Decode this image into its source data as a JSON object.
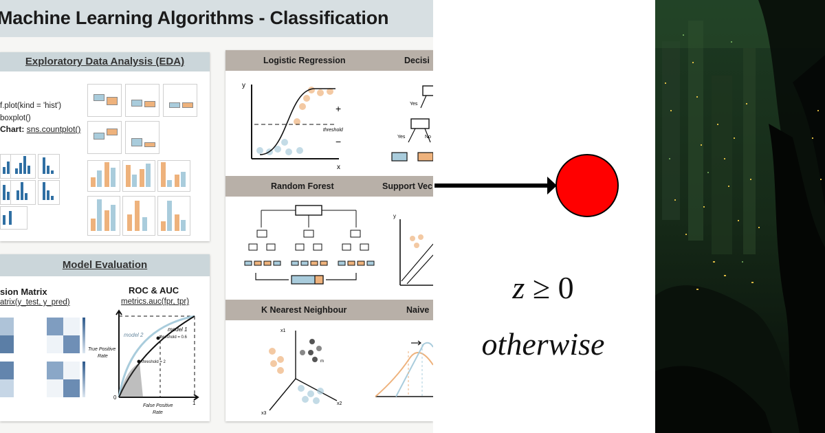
{
  "sheet": {
    "title": "Machine Learning Algorithms - Classification",
    "eda": {
      "heading": "Exploratory Data Analysis (EDA)",
      "code_line1": "f.plot(kind = 'hist')",
      "code_line2": "boxplot()",
      "bar_chart_label": "Chart:",
      "bar_chart_code": "sns.countplot()"
    },
    "evaluation": {
      "heading": "Model Evaluation",
      "confusion_title": "sion Matrix",
      "confusion_code": "atrix(y_test, y_pred)",
      "roc_title": "ROC & AUC",
      "roc_code": "metrics.auc(fpr, tpr)",
      "roc_ylabel_line1": "True Positive",
      "roc_ylabel_line2": "Rate",
      "roc_xlabel_line1": "False Positive",
      "roc_xlabel_line2": "Rate",
      "model1": "model 1",
      "model2": "model 2",
      "threshold_a": "threshold = 0.6",
      "threshold_b": "threshold = 2",
      "axis_zero": "0",
      "axis_one": "1"
    },
    "algorithms": {
      "logistic": "Logistic Regression",
      "decision": "Decisi",
      "random_forest": "Random Forest",
      "svm": "Support Vec",
      "knn": "K Nearest Neighbour",
      "naive": "Naive",
      "lr_threshold": "threshold",
      "lr_plus": "+",
      "lr_minus": "−",
      "axis_y": "y",
      "axis_x": "x",
      "yes": "Yes",
      "no": "No",
      "knn_x1": "x1",
      "knn_x2": "x2",
      "knn_x3": "x3",
      "knn_m": "m"
    }
  },
  "formula": {
    "z": "z",
    "condition": "≥ 0",
    "otherwise": "otherwise"
  },
  "colors": {
    "arrow": "#000000",
    "node": "#ff0000",
    "title_bar": "#d7dfe2",
    "algo_header": "#b8b0a8",
    "orange": "#eeb27c",
    "blue": "#a9ccdc"
  }
}
